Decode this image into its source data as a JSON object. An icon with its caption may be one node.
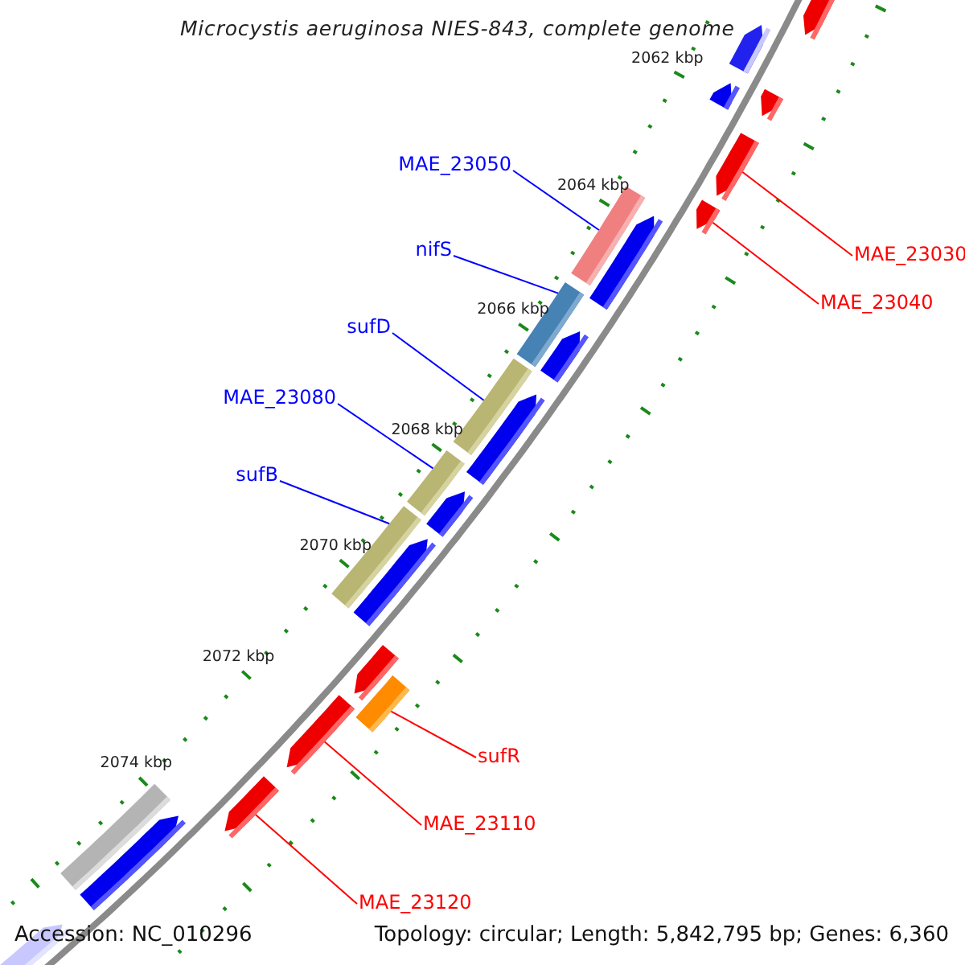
{
  "diagram": {
    "title": "Microcystis aeruginosa NIES-843, complete genome",
    "nodes": [
      {
        "text": [
          "MAE_23050"
        ]
      },
      {
        "text": [
          "MAE_23030"
        ]
      },
      {
        "text": [
          "MAE_23040"
        ]
      },
      {
        "text": [
          "nifS"
        ]
      },
      {
        "text": [
          "sufD"
        ]
      },
      {
        "text": [
          "MAE_23080"
        ]
      },
      {
        "text": [
          "sufB"
        ]
      },
      {
        "text": [
          "sufR"
        ]
      },
      {
        "text": [
          "MAE_23110"
        ]
      },
      {
        "text": [
          "MAE_23120"
        ]
      },
      {
        "text": [],
        "shape": "arrow"
      },
      {
        "text": [],
        "shape": "arrow"
      },
      {
        "text": [],
        "shape": "arrow"
      },
      {
        "text": [],
        "shape": "arrow"
      },
      {
        "text": [],
        "shape": "arrow"
      },
      {
        "text": [],
        "shape": "arrow"
      },
      {
        "text": [],
        "shape": "bar"
      },
      {
        "text": [],
        "shape": "arrow"
      },
      {
        "text": [],
        "shape": "bar"
      },
      {
        "text": [],
        "shape": "arrow"
      },
      {
        "text": [],
        "shape": "bar"
      },
      {
        "text": [],
        "shape": "arrow"
      },
      {
        "text": [],
        "shape": "bar"
      },
      {
        "text": [],
        "shape": "arrow"
      },
      {
        "text": [],
        "shape": "bar"
      },
      {
        "text": [],
        "shape": "arrow"
      },
      {
        "text": [],
        "shape": "arrow"
      },
      {
        "text": [],
        "shape": "bar"
      },
      {
        "text": [],
        "shape": "arrow"
      },
      {
        "text": [],
        "shape": "arrow"
      },
      {
        "text": [],
        "shape": "bar"
      },
      {
        "text": [],
        "shape": "arrow"
      },
      {
        "text": [],
        "shape": "arrow"
      }
    ],
    "edges": [
      {
        "from": 0,
        "to": 16,
        "arrow": "none"
      },
      {
        "from": 1,
        "to": 14,
        "arrow": "none",
        "color": "#ff0000"
      },
      {
        "from": 2,
        "to": 15,
        "arrow": "none",
        "color": "#ff0000"
      },
      {
        "from": 3,
        "to": 18,
        "arrow": "none"
      },
      {
        "from": 4,
        "to": 20,
        "arrow": "none"
      },
      {
        "from": 5,
        "to": 22,
        "arrow": "none"
      },
      {
        "from": 6,
        "to": 24,
        "arrow": "none"
      },
      {
        "from": 7,
        "to": 27,
        "arrow": "none",
        "color": "#ff0000"
      },
      {
        "from": 8,
        "to": 28,
        "arrow": "none",
        "color": "#ff0000"
      },
      {
        "from": 9,
        "to": 29,
        "arrow": "none",
        "color": "#ff0000"
      }
    ],
    "labels": [
      "2062 kbp",
      "2064 kbp",
      "2066 kbp",
      "2068 kbp",
      "2070 kbp",
      "2072 kbp",
      "2074 kbp",
      "Accession: NC_010296",
      "Topology: circular; Length: 5,842,795 bp; Genes: 6,360"
    ]
  }
}
